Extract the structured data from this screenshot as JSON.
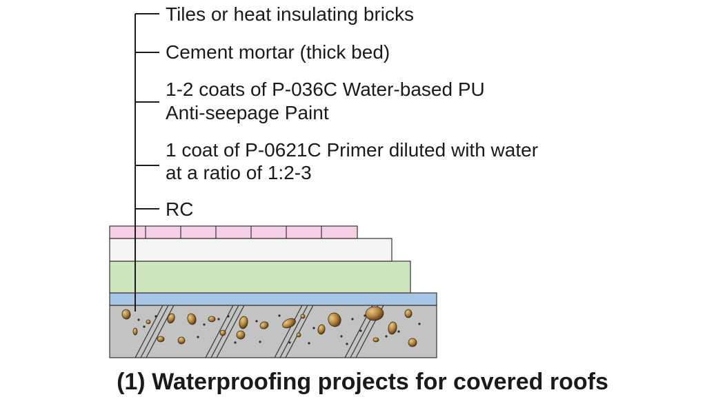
{
  "labels": {
    "tiles": "Tiles or heat insulating bricks",
    "mortar": "Cement mortar (thick bed)",
    "paint_line1": "1-2 coats of P-036C Water-based PU",
    "paint_line2": "Anti-seepage Paint",
    "primer_line1": "1 coat of P-0621C Primer diluted with water",
    "primer_line2": "at a ratio of 1:2-3",
    "rc": "RC"
  },
  "caption": "(1) Waterproofing projects for covered roofs",
  "colors": {
    "tiles": "#f7cfe3",
    "mortar": "#f4f6f4",
    "paint": "#cfe5c0",
    "primer": "#a9c5e5",
    "concrete": "#c3c3c3",
    "aggregate": "#b0823a",
    "outline": "#333333"
  }
}
